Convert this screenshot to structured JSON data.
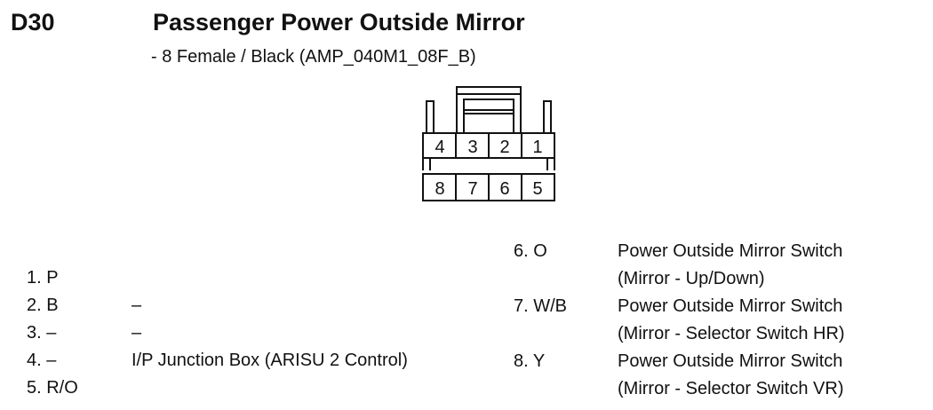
{
  "header": {
    "code": "D30",
    "title": "Passenger Power Outside Mirror",
    "subtitle": "- 8 Female / Black (AMP_040M1_08F_B)"
  },
  "connector": {
    "top_row": [
      "4",
      "3",
      "2",
      "1"
    ],
    "bottom_row": [
      "8",
      "7",
      "6",
      "5"
    ]
  },
  "pins_left": [
    {
      "num": "1. P",
      "desc": ""
    },
    {
      "num": "2. B",
      "desc": "–"
    },
    {
      "num": "3. –",
      "desc": "–"
    },
    {
      "num": "4. –",
      "desc": "I/P Junction Box (ARISU 2 Control)"
    },
    {
      "num": "5. R/O",
      "desc": ""
    }
  ],
  "pins_right": [
    {
      "num": "6. O",
      "desc1": "Power Outside Mirror Switch",
      "desc2": "(Mirror - Up/Down)"
    },
    {
      "num": "7. W/B",
      "desc1": "Power Outside Mirror Switch",
      "desc2": "(Mirror - Selector Switch HR)"
    },
    {
      "num": "8. Y",
      "desc1": "Power Outside Mirror Switch",
      "desc2": "(Mirror - Selector Switch VR)"
    }
  ]
}
